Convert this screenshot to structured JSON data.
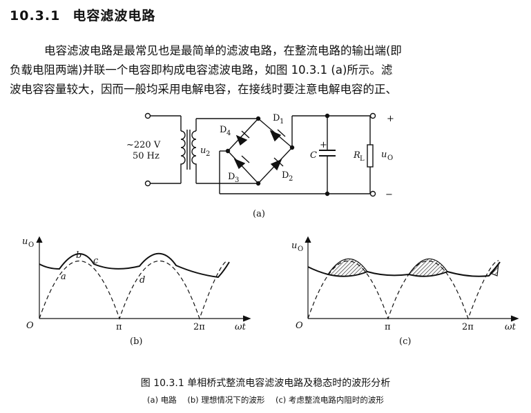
{
  "section": {
    "number": "10.3.1",
    "title": "电容滤波电路"
  },
  "paragraph": {
    "lines": [
      "电容滤波电路是最常见也是最简单的滤波电路，在整流电路的输出端(即",
      "负载电阻两端)并联一个电容即构成电容滤波电路，如图 10.3.1 (a)所示。滤",
      "波电容容量较大，因而一般均采用电解电容，在接线时要注意电解电容的正、"
    ]
  },
  "circuit": {
    "source_voltage": "~220 V",
    "source_freq": "50 Hz",
    "secondary_label": "u",
    "secondary_sub": "2",
    "diodes": [
      {
        "name": "D",
        "sub": "1"
      },
      {
        "name": "D",
        "sub": "2"
      },
      {
        "name": "D",
        "sub": "3"
      },
      {
        "name": "D",
        "sub": "4"
      }
    ],
    "capacitor": "C",
    "cap_polarity": "+",
    "resistor": "R",
    "resistor_sub": "L",
    "output": "u",
    "output_sub": "O",
    "plus": "+",
    "minus": "−",
    "label": "(a)"
  },
  "waveform_b": {
    "ylabel": "u",
    "ylabel_sub": "O",
    "origin": "O",
    "xlabel": "ωt",
    "ticks": [
      "π",
      "2π"
    ],
    "points": [
      "a",
      "b",
      "c",
      "d"
    ],
    "label": "(b)"
  },
  "waveform_c": {
    "ylabel": "u",
    "ylabel_sub": "O",
    "origin": "O",
    "xlabel": "ωt",
    "ticks": [
      "π",
      "2π"
    ],
    "label": "(c)"
  },
  "caption": {
    "title": "图 10.3.1   单相桥式整流电容滤波电路及稳态时的波形分析",
    "subs": [
      "(a) 电路",
      "(b) 理想情况下的波形",
      "(c) 考虑整流电路内阻时的波形"
    ]
  }
}
